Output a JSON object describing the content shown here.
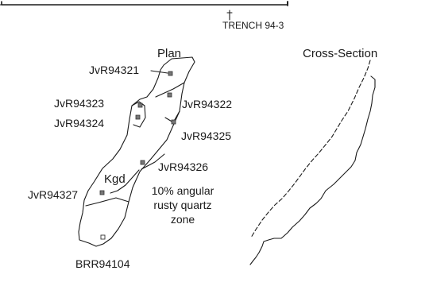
{
  "trench_label": "TRENCH 94-3",
  "plan_title": "Plan",
  "section_title": "Cross-Section",
  "samples": {
    "s1": "JvR94321",
    "s2": "JvR94322",
    "s3": "JvR94323",
    "s4": "JvR94324",
    "s5": "JvR94325",
    "s6": "JvR94326",
    "s7": "JvR94327",
    "s8": "BRR94104"
  },
  "unit_label": "Kgd",
  "zone_note": {
    "line1": "10% angular",
    "line2": "rusty quartz",
    "line3": "zone"
  },
  "colors": {
    "ink": "#1a1a1a",
    "sample_marker": "#777777"
  }
}
